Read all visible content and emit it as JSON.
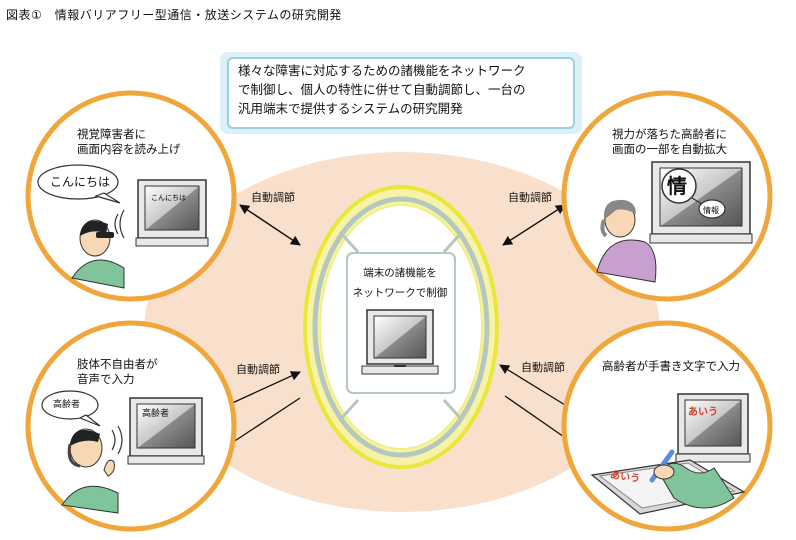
{
  "caption": "図表①　情報バリアフリー型通信・放送システムの研究開発",
  "top_box": {
    "line1": "様々な障害に対応するための諸機能をネットワーク",
    "line2": "で制御し、個人の特性に併せて自動調節し、一台の",
    "line3": "汎用端末で提供するシステムの研究開発"
  },
  "center": {
    "line1": "端末の諸機能を",
    "line2": "ネットワークで制御"
  },
  "arrow_label": "自動調節",
  "panels": {
    "top_left": {
      "title1": "視覚障害者に",
      "title2": "画面内容を読み上げ",
      "bubble": "こんにちは",
      "screen": "こんにちは"
    },
    "top_right": {
      "title1": "視力が落ちた高齢者に",
      "title2": "画面の一部を自動拡大",
      "big_char": "情",
      "small_text": "情報"
    },
    "bottom_left": {
      "title1": "肢体不自由者が",
      "title2": "音声で入力",
      "bubble": "高齢者",
      "screen": "高齢者"
    },
    "bottom_right": {
      "title1": "高齢者が手書き文字で入力",
      "screen": "あいう",
      "pad": "あいう"
    }
  },
  "colors": {
    "orange": "#f0a63a",
    "peach": "#f9e0cc",
    "yellow": "#f2f25a",
    "blue_frame": "#bfe3f0"
  }
}
